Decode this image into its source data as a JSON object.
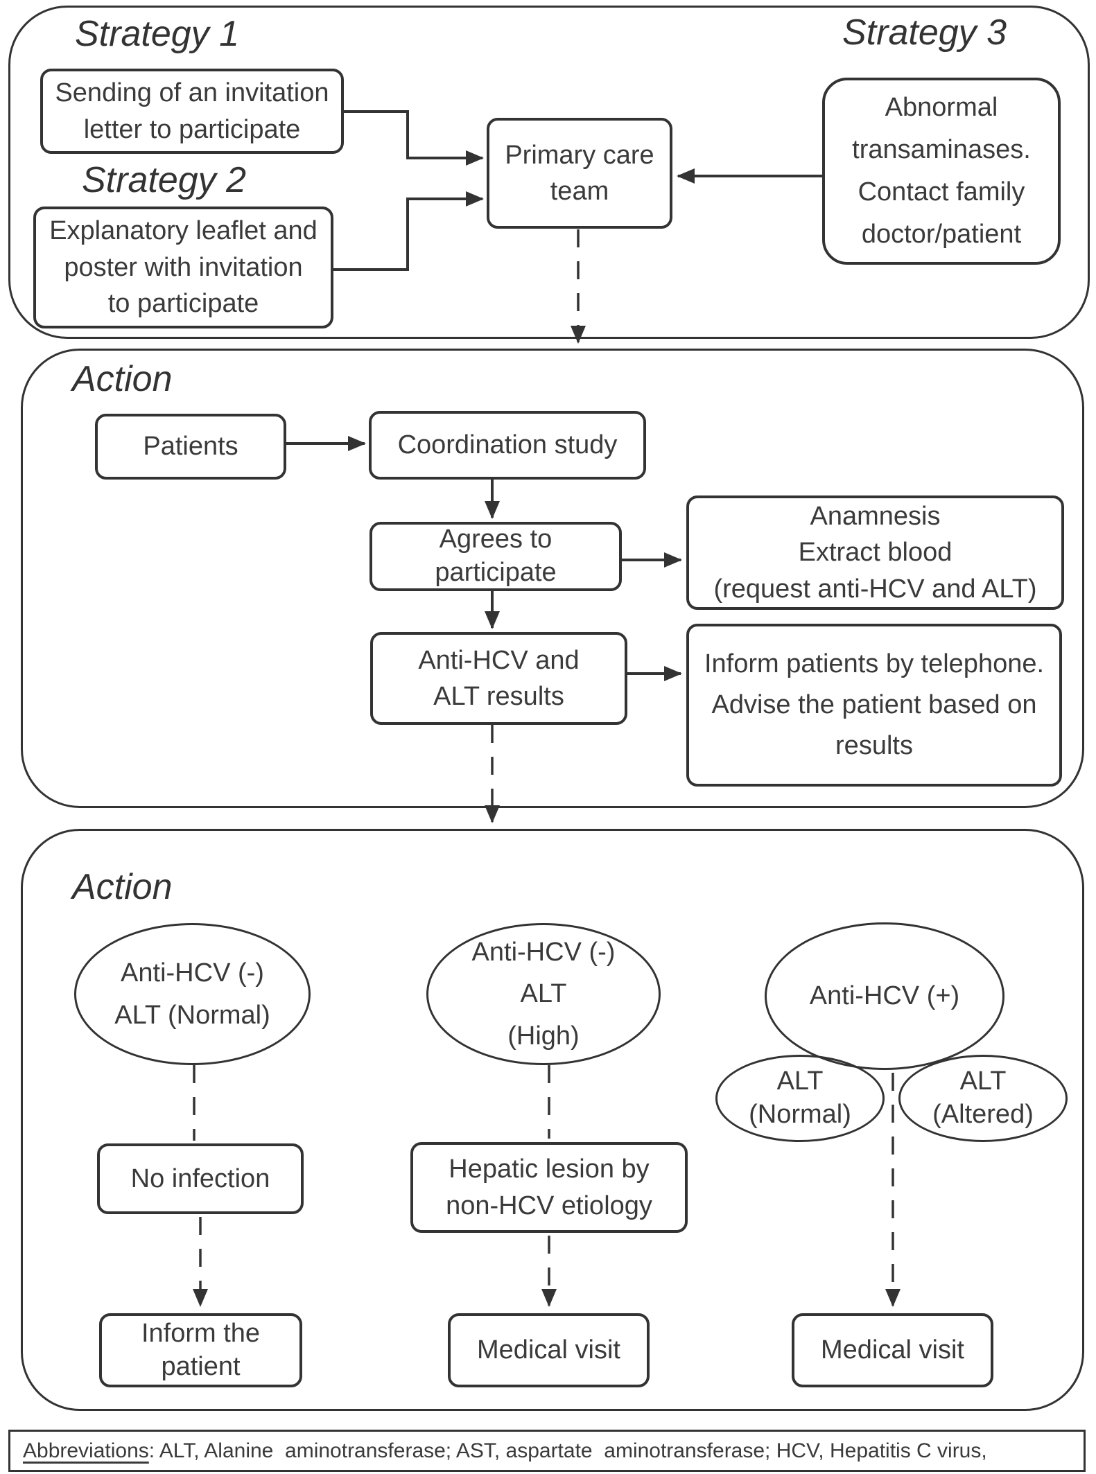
{
  "colors": {
    "line": "#333333",
    "text": "#3a3a3a",
    "background": "#ffffff"
  },
  "strategies": {
    "strategy1_heading": "Strategy 1",
    "strategy1_box": "Sending of an invitation\nletter to participate",
    "strategy2_heading": "Strategy 2",
    "strategy2_box": "Explanatory leaflet and\nposter with invitation\nto participate",
    "strategy3_heading": "Strategy 3",
    "strategy3_box": "Abnormal\ntransaminases.\nContact family\ndoctor/patient",
    "primary_care_team": "Primary care\nteam"
  },
  "screening_action": {
    "heading": "Action",
    "patients": "Patients",
    "coordination_study": "Coordination study",
    "agrees_to_participate": "Agrees to\nparticipate",
    "anamnesis": "Anamnesis\nExtract blood\n(request anti-HCV and ALT)",
    "results": "Anti-HCV and\nALT results",
    "inform_by_telephone": "Inform patients by telephone.\nAdvise the patient based on\nresults"
  },
  "outcome_action": {
    "heading": "Action",
    "ellipse_neg_normal": "Anti-HCV (-)\nALT (Normal)",
    "ellipse_neg_high": "Anti-HCV (-)\nALT\n(High)",
    "ellipse_pos": "Anti-HCV (+)",
    "ellipse_alt_normal": "ALT\n(Normal)",
    "ellipse_alt_altered": "ALT\n(Altered)",
    "no_infection": "No infection",
    "hepatic_lesion": "Hepatic lesion by\nnon-HCV etiology",
    "inform_the_patient": "Inform the\npatient",
    "medical_visit_center": "Medical visit",
    "medical_visit_right": "Medical visit"
  },
  "footer": {
    "abbreviations_label": "Abbreviations",
    "abbreviations_rest": ": ALT, Alanine  aminotransferase; AST, aspartate  aminotransferase; HCV, Hepatitis C virus,"
  }
}
